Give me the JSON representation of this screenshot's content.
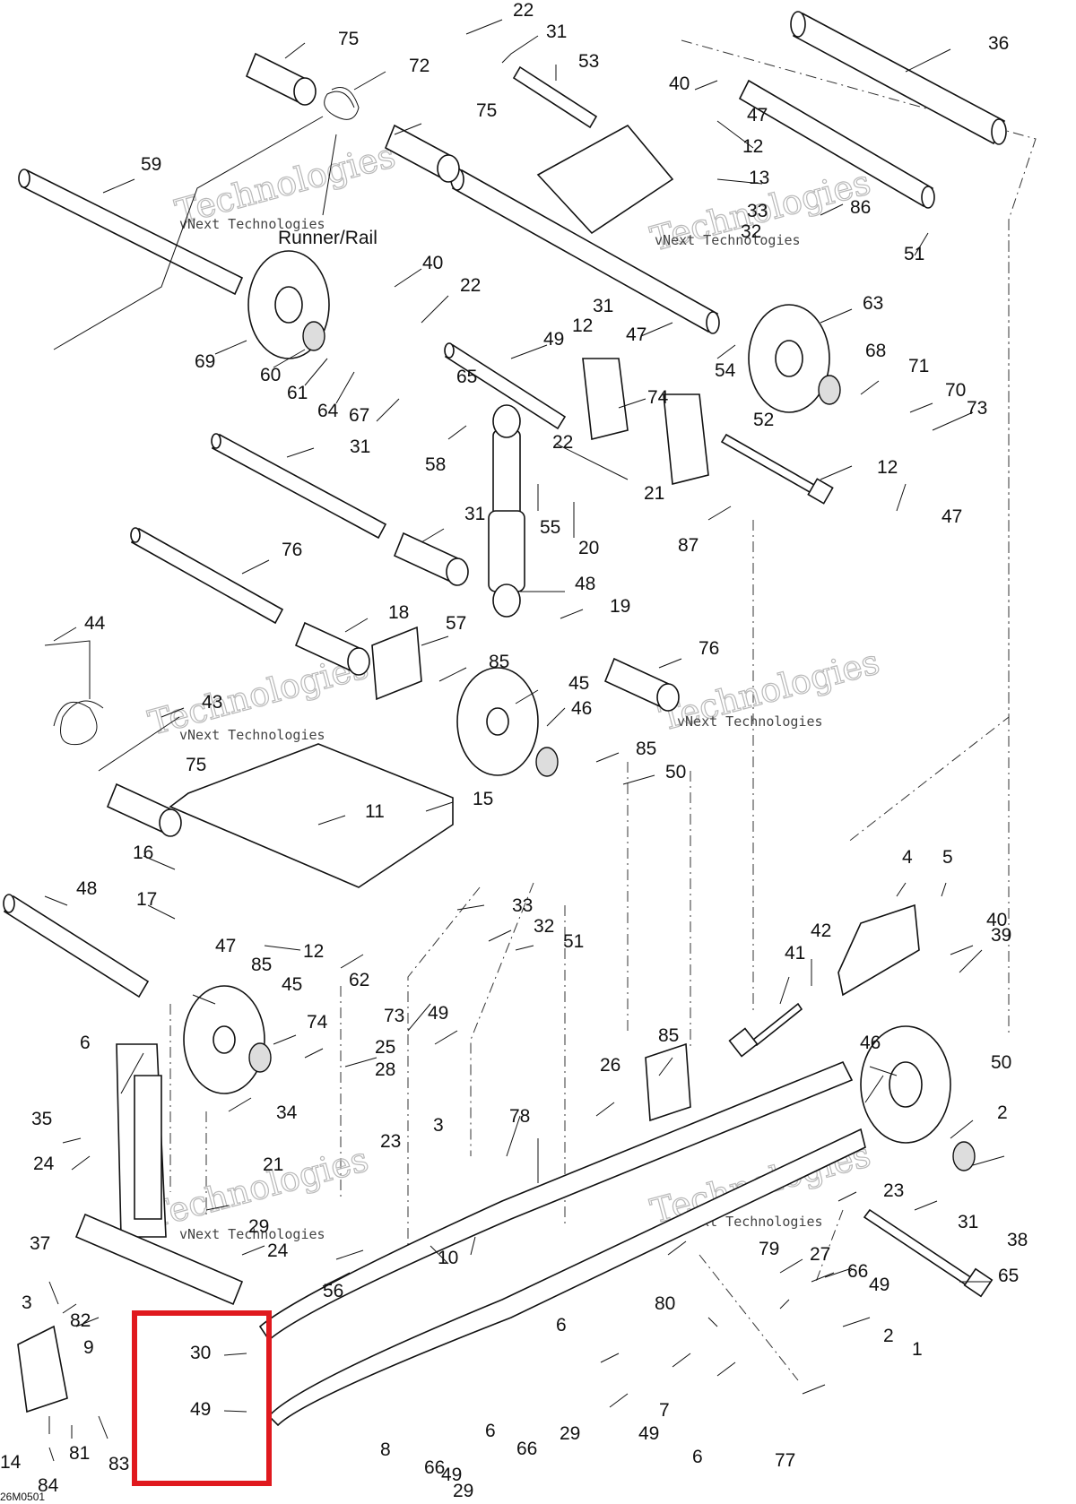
{
  "diagram": {
    "caption": "Runner/Rail",
    "figure_code": "26M0501",
    "highlight_color": "#e0191e",
    "watermarks": [
      {
        "line1": "vNext Technologies",
        "line2": "Technologies"
      }
    ],
    "labels": [
      "22",
      "31",
      "75",
      "72",
      "53",
      "36",
      "40",
      "47",
      "12",
      "13",
      "59",
      "75",
      "86",
      "33",
      "32",
      "51",
      "40",
      "22",
      "31",
      "12",
      "47",
      "63",
      "68",
      "69",
      "60",
      "61",
      "64",
      "67",
      "65",
      "49",
      "54",
      "71",
      "70",
      "73",
      "74",
      "52",
      "31",
      "58",
      "22",
      "12",
      "55",
      "20",
      "21",
      "47",
      "87",
      "31",
      "76",
      "48",
      "19",
      "18",
      "76",
      "57",
      "44",
      "85",
      "45",
      "46",
      "43",
      "75",
      "85",
      "50",
      "15",
      "11",
      "16",
      "4",
      "5",
      "48",
      "33",
      "17",
      "32",
      "51",
      "40",
      "39",
      "47",
      "12",
      "62",
      "42",
      "41",
      "85",
      "45",
      "73",
      "49",
      "74",
      "46",
      "6",
      "25",
      "85",
      "26",
      "28",
      "50",
      "34",
      "24",
      "23",
      "78",
      "3",
      "2",
      "35",
      "21",
      "29",
      "23",
      "31",
      "38",
      "37",
      "24",
      "10",
      "79",
      "27",
      "66",
      "49",
      "65",
      "56",
      "3",
      "82",
      "9",
      "80",
      "6",
      "2",
      "30",
      "1",
      "49",
      "7",
      "6",
      "66",
      "29",
      "49",
      "6",
      "77",
      "14",
      "81",
      "83",
      "84",
      "8",
      "66",
      "49",
      "29"
    ]
  }
}
